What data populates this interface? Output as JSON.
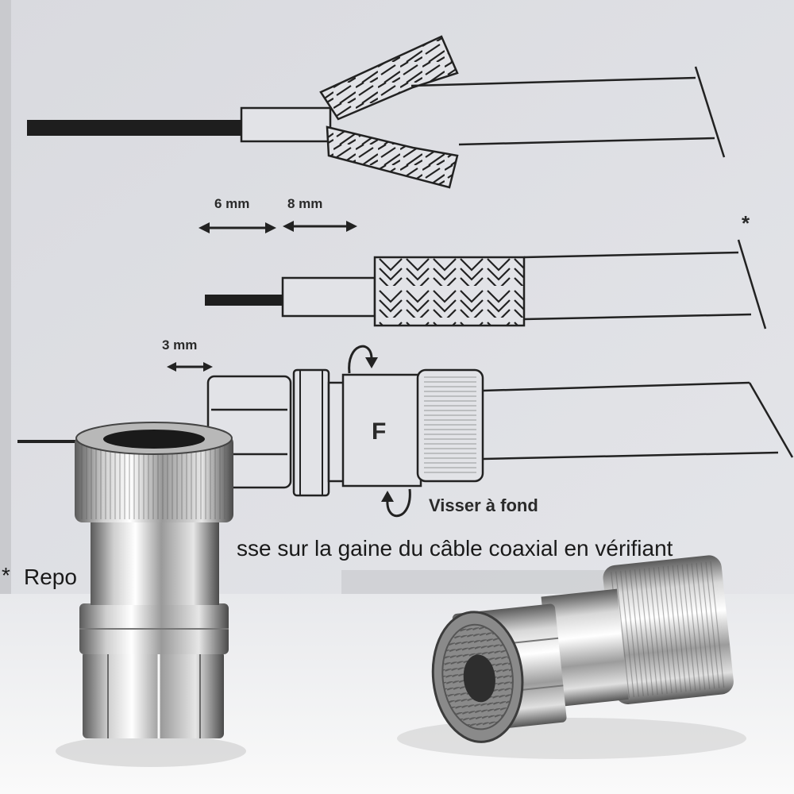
{
  "diagram": {
    "step2": {
      "dim_6": "6 mm",
      "dim_8": "8 mm",
      "asterisk": "*"
    },
    "step3": {
      "dim_3": "3 mm",
      "connector_letter": "F",
      "instruction": "Visser à fond"
    },
    "footnote": {
      "marker": "*",
      "text_left": "Repo",
      "text_right": "sse sur la gaine du câble coaxial en vérifiant"
    }
  },
  "colors": {
    "paper": "#dedfe3",
    "line": "#222222",
    "metal_light": "#f2f2f2",
    "metal_dark": "#6d6d6d",
    "table": "#f4f4f4"
  }
}
